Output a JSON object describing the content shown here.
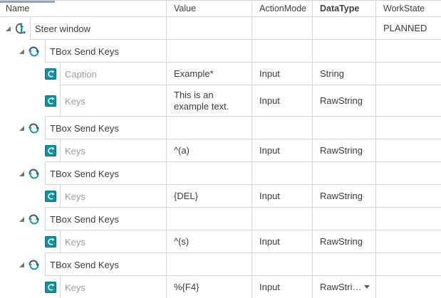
{
  "header": {
    "name": "Name",
    "value": "Value",
    "action_mode": "ActionMode",
    "data_type": "DataType",
    "work_state": "WorkState"
  },
  "colors": {
    "teal_icon": "#0e93a3",
    "navy_arrow": "#2a5d8c",
    "grid_line": "#d4d4d4",
    "tab_accent": "#8aa6c9",
    "leaf_label_gray": "#9c9c9c"
  },
  "icons": {
    "steer": "steer-wrench-icon",
    "group": "sync-arrows-icon",
    "leaf": "refresh-square-icon"
  },
  "rows": [
    {
      "name": "Steer window",
      "work_state": "PLANNED"
    },
    {
      "name": "TBox Send Keys"
    },
    {
      "name": "Caption",
      "value": "Example*",
      "action_mode": "Input",
      "data_type": "String"
    },
    {
      "name": "Keys",
      "value": "This is an\nexample text.",
      "action_mode": "Input",
      "data_type": "RawString"
    },
    {
      "name": "TBox Send Keys"
    },
    {
      "name": "Keys",
      "value": "^(a)",
      "action_mode": "Input",
      "data_type": "RawString"
    },
    {
      "name": "TBox Send Keys"
    },
    {
      "name": "Keys",
      "value": "{DEL}",
      "action_mode": "Input",
      "data_type": "RawString"
    },
    {
      "name": "TBox Send Keys"
    },
    {
      "name": "Keys",
      "value": "^(s)",
      "action_mode": "Input",
      "data_type": "RawString"
    },
    {
      "name": "TBox Send Keys"
    },
    {
      "name": "Keys",
      "value": "%{F4}",
      "action_mode": "Input",
      "data_type": "RawStri…"
    }
  ]
}
